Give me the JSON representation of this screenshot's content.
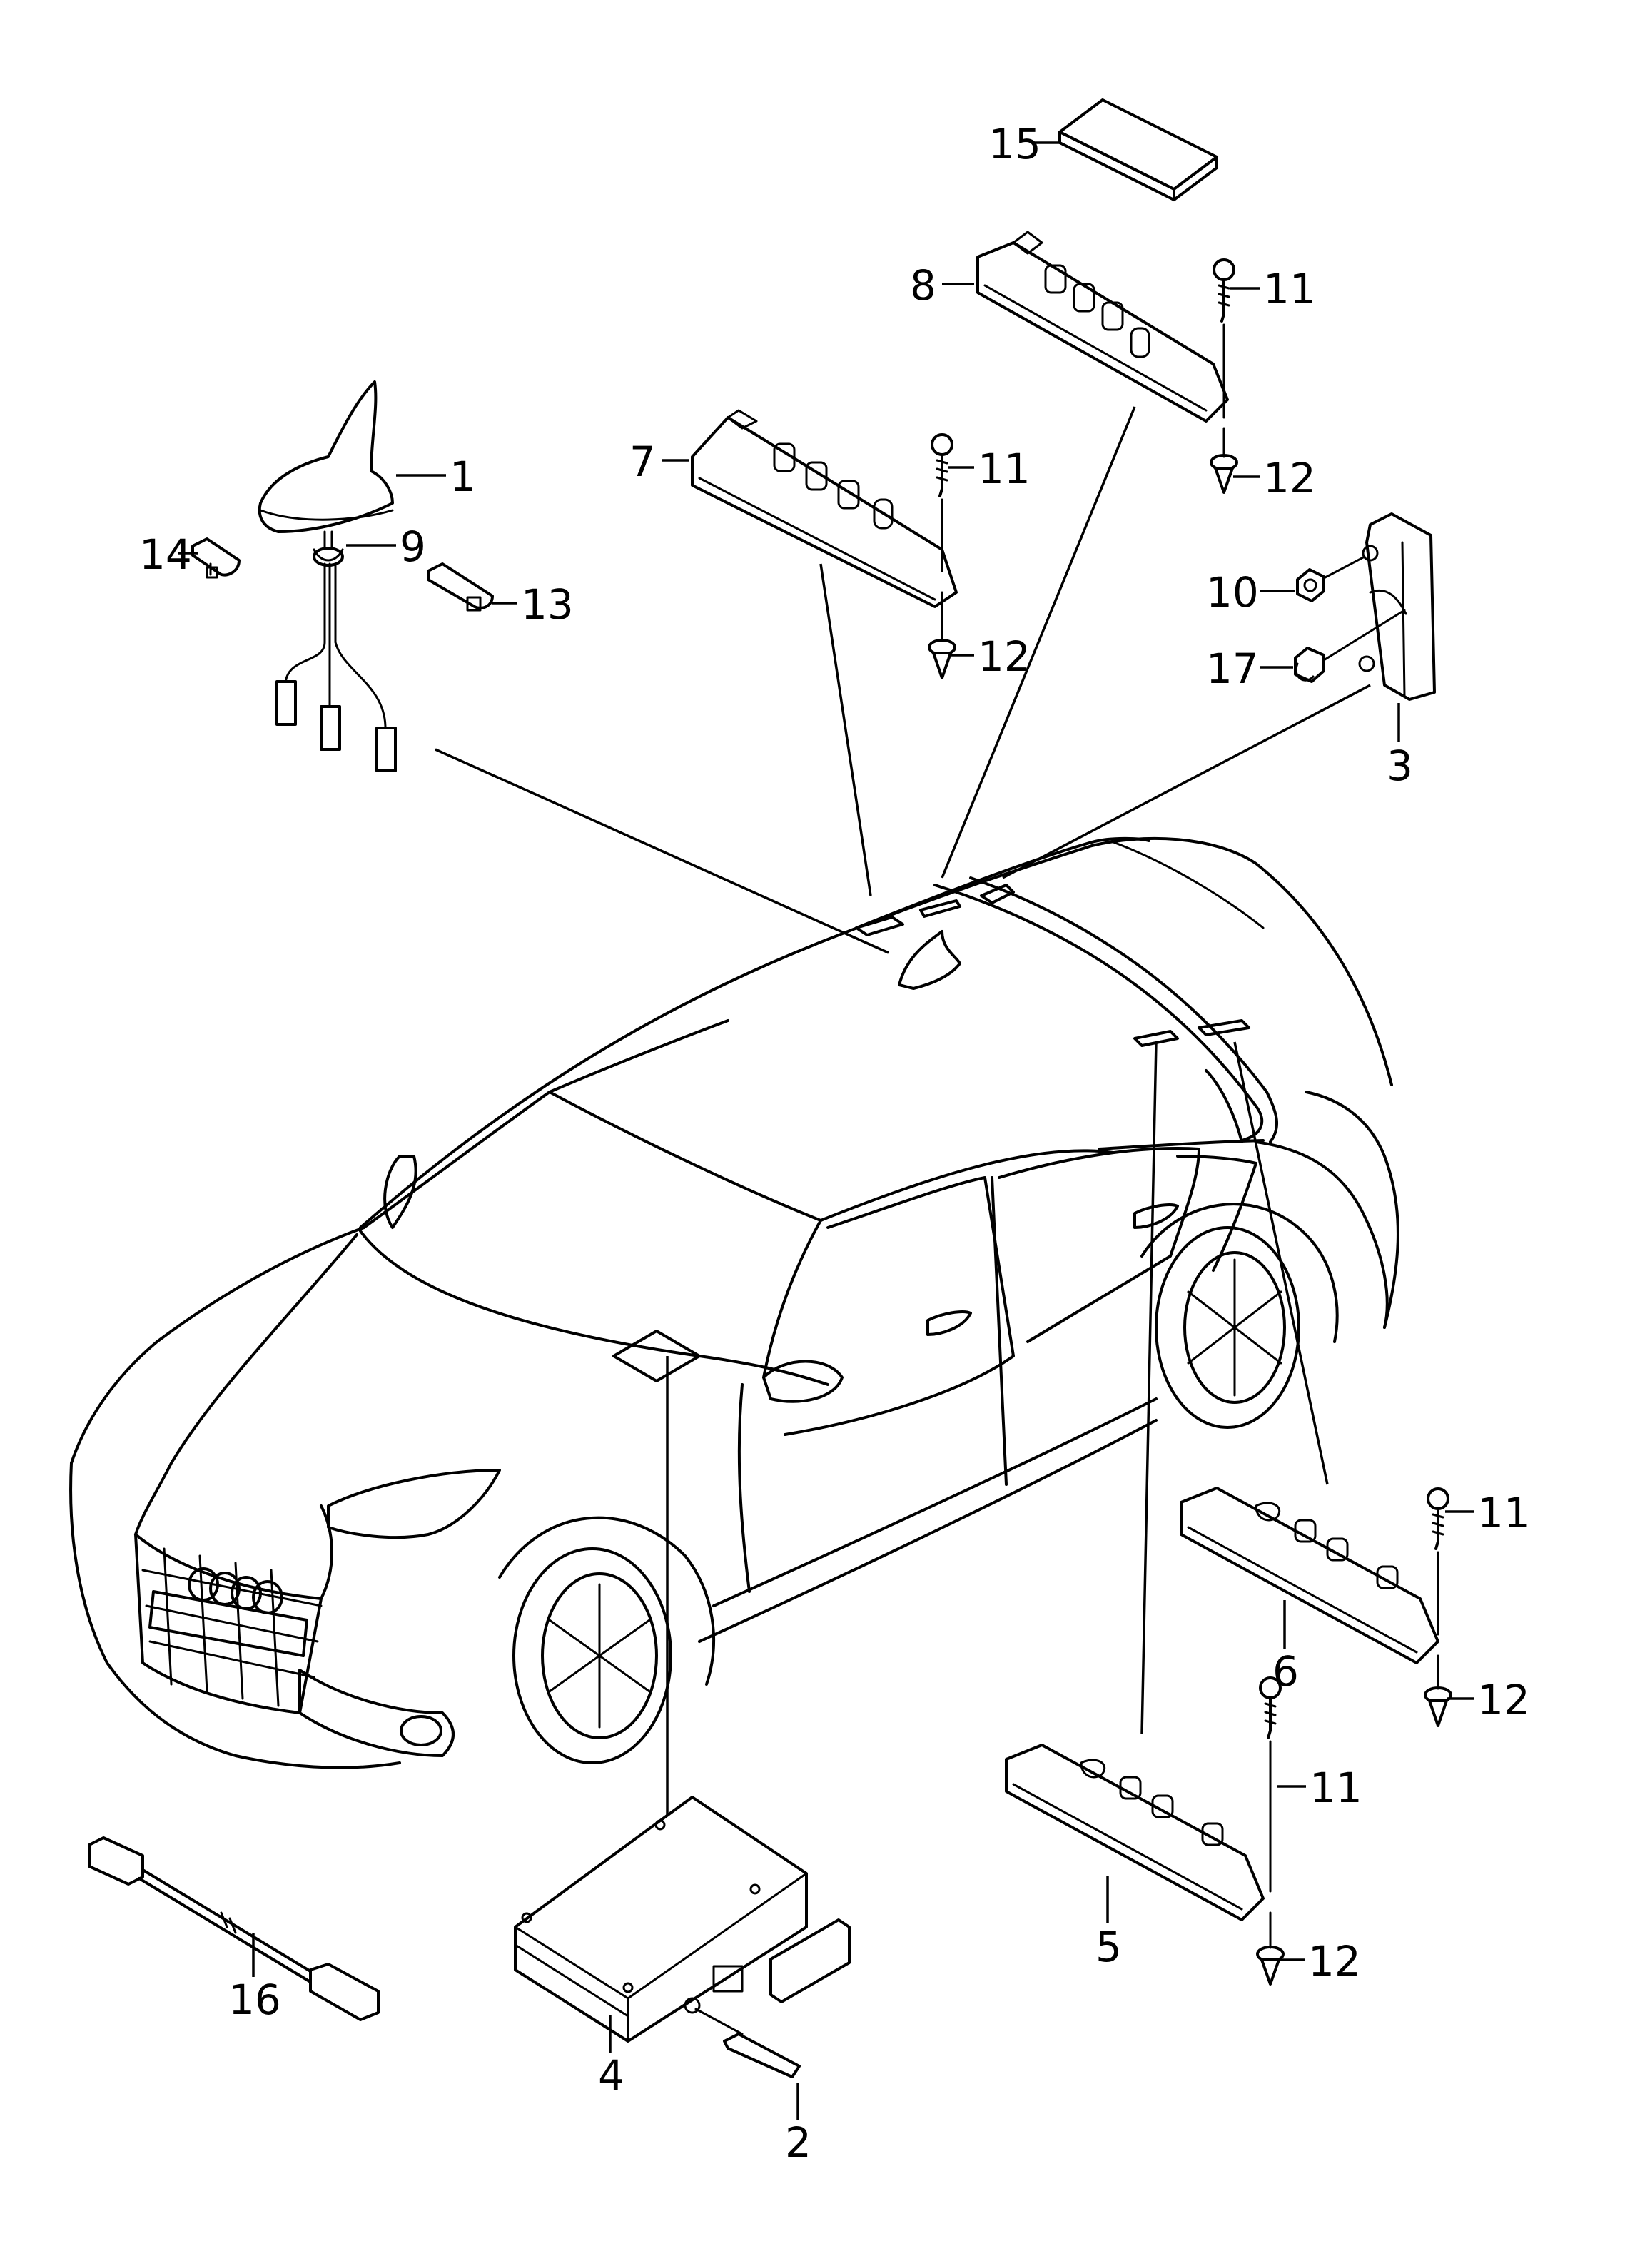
{
  "diagram": {
    "type": "exploded parts diagram",
    "subject": "Vehicle roof antenna and antenna amplifier modules (sportback body)",
    "background": "#ffffff",
    "line_color": "#000000",
    "callouts": [
      {
        "id": "c1",
        "label": "1",
        "part": "roof antenna (shark fin) with cable harness"
      },
      {
        "id": "c2",
        "label": "2",
        "part": "connector clip / cable bracket"
      },
      {
        "id": "c3",
        "label": "3",
        "part": "antenna amplifier bracket module"
      },
      {
        "id": "c4",
        "label": "4",
        "part": "control unit box"
      },
      {
        "id": "c5",
        "label": "5",
        "part": "antenna amplifier (rear, lower)"
      },
      {
        "id": "c6",
        "label": "6",
        "part": "antenna amplifier (rear, upper)"
      },
      {
        "id": "c7",
        "label": "7",
        "part": "antenna amplifier (roof, front)"
      },
      {
        "id": "c8",
        "label": "8",
        "part": "antenna amplifier (roof, rear)"
      },
      {
        "id": "c9",
        "label": "9",
        "part": "grommet / seal"
      },
      {
        "id": "c10",
        "label": "10",
        "part": "hex nut"
      },
      {
        "id": "c11a",
        "label": "11",
        "part": "screw"
      },
      {
        "id": "c11b",
        "label": "11",
        "part": "screw"
      },
      {
        "id": "c11c",
        "label": "11",
        "part": "screw"
      },
      {
        "id": "c11d",
        "label": "11",
        "part": "screw"
      },
      {
        "id": "c12a",
        "label": "12",
        "part": "expanding clip"
      },
      {
        "id": "c12b",
        "label": "12",
        "part": "expanding clip"
      },
      {
        "id": "c12c",
        "label": "12",
        "part": "expanding clip"
      },
      {
        "id": "c12d",
        "label": "12",
        "part": "expanding clip"
      },
      {
        "id": "c13",
        "label": "13",
        "part": "mounting clip"
      },
      {
        "id": "c14",
        "label": "14",
        "part": "mounting clip"
      },
      {
        "id": "c15",
        "label": "15",
        "part": "small box / module"
      },
      {
        "id": "c16",
        "label": "16",
        "part": "adapter cable with connectors"
      },
      {
        "id": "c17",
        "label": "17",
        "part": "cap nut"
      }
    ]
  }
}
